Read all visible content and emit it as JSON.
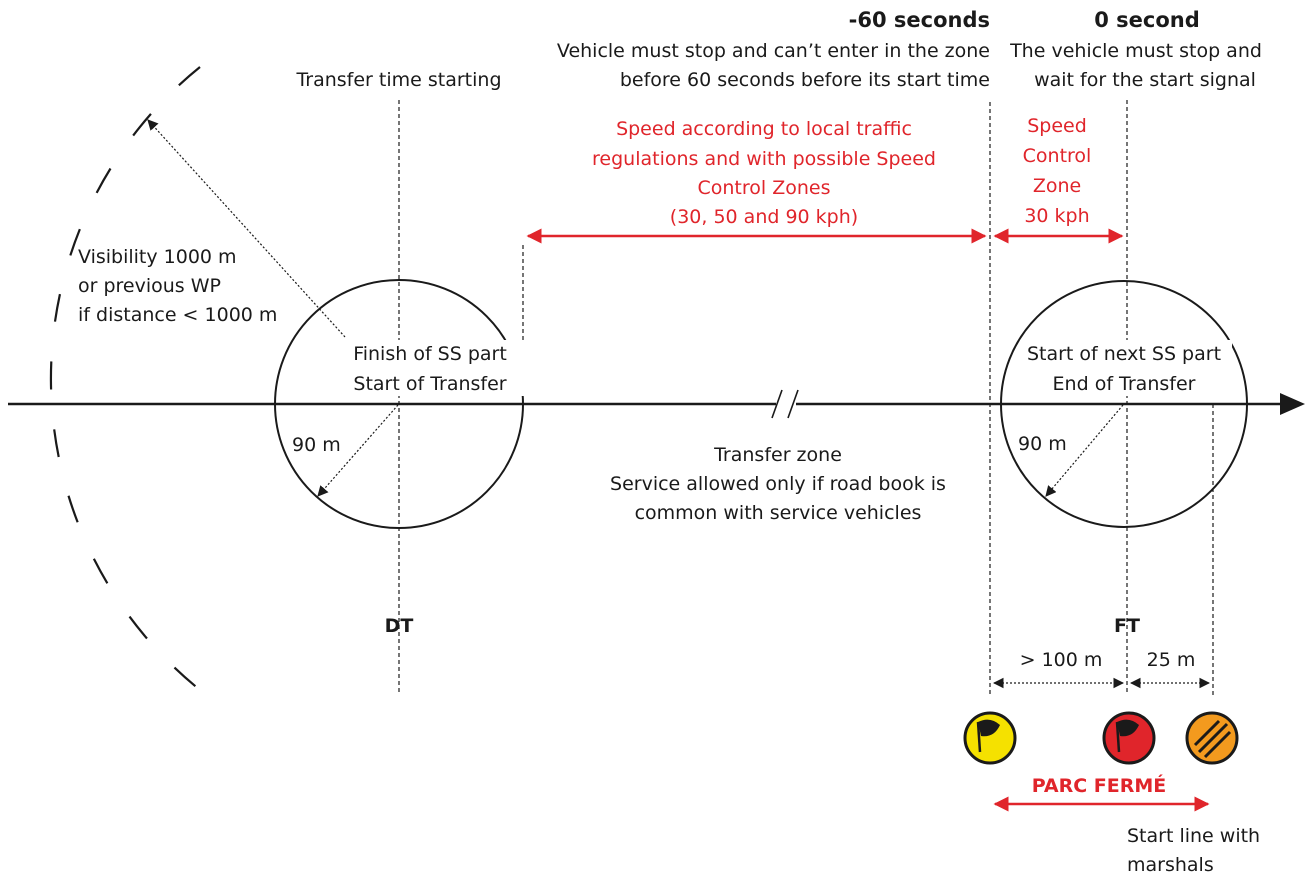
{
  "labels": {
    "minus60_title": "-60 seconds",
    "minus60_line1": "Vehicle must stop and can’t enter in the zone",
    "minus60_line2": "before 60 seconds before its start time",
    "zero_title": "0 second",
    "zero_line1": "The vehicle must stop and",
    "zero_line2": "wait for  the start signal",
    "transfer_time": "Transfer time starting",
    "speed_line1": "Speed according to local traffic",
    "speed_line2": "regulations and with possible Speed",
    "speed_line3": "Control Zones",
    "speed_line4": "(30, 50 and 90 kph)",
    "scz_line1": "Speed",
    "scz_line2": "Control",
    "scz_line3": "Zone",
    "scz_line4": "30 kph",
    "visibility_line1": "Visibility 1000 m",
    "visibility_line2": "or previous WP",
    "visibility_line3": "if distance < 1000 m",
    "finish_line1": "Finish of SS part",
    "finish_line2": "Start of Transfer",
    "start_line1": "Start of next SS part",
    "start_line2": "End of Transfer",
    "radius_left": "90 m",
    "radius_right": "90 m",
    "transfer_zone_line1": "Transfer zone",
    "transfer_zone_line2": "Service allowed only if road book is",
    "transfer_zone_line3": "common with service vehicles",
    "dt": "DT",
    "ft": "FT",
    "dist_100": "> 100 m",
    "dist_25": "25 m",
    "parc_ferme": "PARC FERMÉ",
    "start_line_1": "Start line with",
    "start_line_2": "marshals"
  },
  "colors": {
    "red": "#e0252b",
    "yellow_sign": "#f5e100",
    "red_sign": "#e0252b",
    "orange_sign": "#f39a1e",
    "ink": "#1a1a1a"
  },
  "icons": [
    "yellow-flag-sign-icon",
    "red-flag-sign-icon",
    "end-of-restriction-sign-icon"
  ]
}
